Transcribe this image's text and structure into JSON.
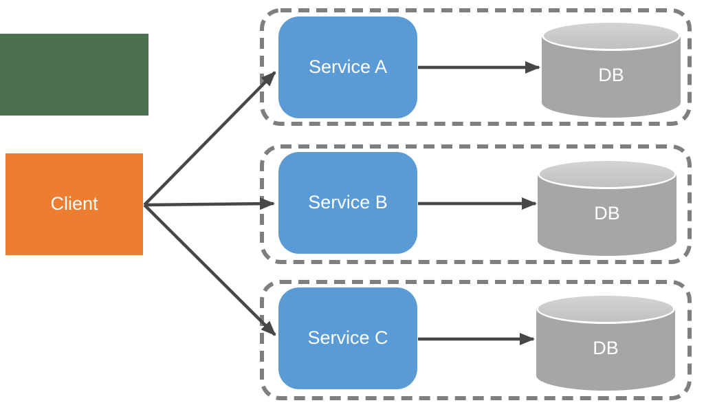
{
  "diagram": {
    "client": {
      "label": "Client"
    },
    "groups": [
      {
        "service_label": "Service A",
        "db_label": "DB"
      },
      {
        "service_label": "Service B",
        "db_label": "DB"
      },
      {
        "service_label": "Service C",
        "db_label": "DB"
      }
    ],
    "colors": {
      "legend_green": "#4b7150",
      "client_orange": "#ed7d31",
      "service_blue": "#5b9bd5",
      "db_gray": "#a6a6a6",
      "db_top_gray": "#c9c9c9",
      "group_border_gray": "#7f7f7f",
      "arrow_gray": "#474747",
      "label_white": "#ffffff"
    }
  }
}
